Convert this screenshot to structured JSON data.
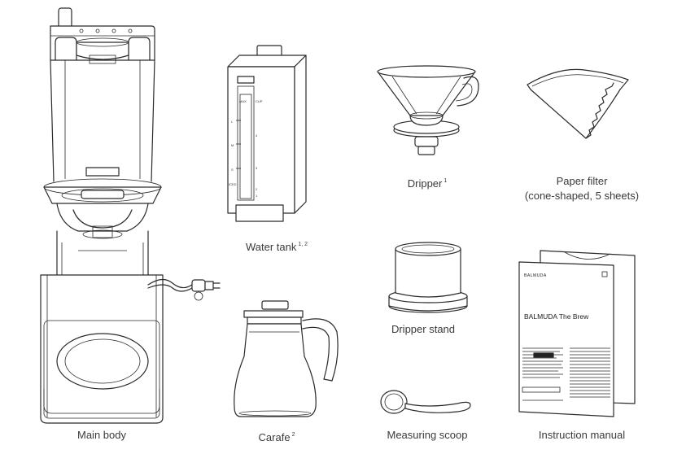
{
  "items": [
    {
      "label": "Main body",
      "note": ""
    },
    {
      "label": "Water tank",
      "note": "1, 2"
    },
    {
      "label": "Dripper",
      "note": "1"
    },
    {
      "label": "Paper filter",
      "sublabel": "(cone-shaped, 5 sheets)",
      "note": ""
    },
    {
      "label": "Dripper stand",
      "note": ""
    },
    {
      "label": "Carafe",
      "note": "2"
    },
    {
      "label": "Measuring scoop",
      "note": ""
    },
    {
      "label": "Instruction manual",
      "note": ""
    }
  ],
  "water_tank_marks": {
    "left": [
      "MAX",
      "L",
      "M",
      "S",
      "ICED"
    ],
    "right": [
      "CUP",
      "4",
      "3",
      "2",
      "1"
    ]
  },
  "manual": {
    "brand": "BALMUDA",
    "title": "BALMUDA The Brew"
  }
}
